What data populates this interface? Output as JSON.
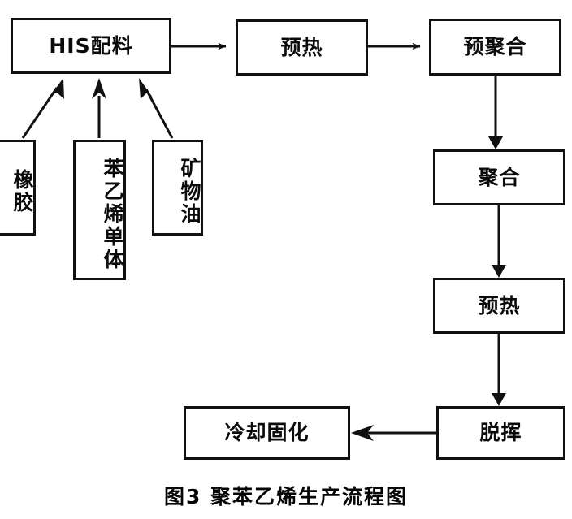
{
  "figure": {
    "caption": "图3 聚苯乙烯生产流程图",
    "caption_number": "图3",
    "caption_title": "聚苯乙烯生产流程图",
    "background_color": "#ffffff",
    "line_color": "#111111",
    "text_color": "#0b0b0b"
  },
  "diagram": {
    "type": "process-flowchart",
    "orientation": "serpentine",
    "nodes": [
      {
        "id": "his-batch",
        "label": "HIS配料",
        "role": "process",
        "orientation": "horizontal"
      },
      {
        "id": "preheat-1",
        "label": "预热",
        "role": "process",
        "orientation": "horizontal"
      },
      {
        "id": "prepoly",
        "label": "预聚合",
        "role": "process",
        "orientation": "horizontal"
      },
      {
        "id": "polymerize",
        "label": "聚合",
        "role": "process",
        "orientation": "horizontal"
      },
      {
        "id": "preheat-2",
        "label": "预热",
        "role": "process",
        "orientation": "horizontal"
      },
      {
        "id": "devolatilize",
        "label": "脱挥",
        "role": "process",
        "orientation": "horizontal"
      },
      {
        "id": "cool-solidify",
        "label": "冷却固化",
        "role": "process",
        "orientation": "horizontal"
      },
      {
        "id": "rubber",
        "label": "橡胶",
        "role": "feedstock",
        "orientation": "vertical"
      },
      {
        "id": "styrene",
        "label": "苯乙烯单体",
        "role": "feedstock",
        "orientation": "vertical"
      },
      {
        "id": "mineral-oil",
        "label": "矿物油",
        "role": "feedstock",
        "orientation": "vertical"
      }
    ],
    "edges": [
      {
        "from": "rubber",
        "to": "his-batch",
        "style": "diagonal-arrow"
      },
      {
        "from": "styrene",
        "to": "his-batch",
        "style": "vertical-arrow"
      },
      {
        "from": "mineral-oil",
        "to": "his-batch",
        "style": "diagonal-arrow"
      },
      {
        "from": "his-batch",
        "to": "preheat-1",
        "style": "horizontal-arrow"
      },
      {
        "from": "preheat-1",
        "to": "prepoly",
        "style": "horizontal-arrow"
      },
      {
        "from": "prepoly",
        "to": "polymerize",
        "style": "vertical-arrow"
      },
      {
        "from": "polymerize",
        "to": "preheat-2",
        "style": "vertical-arrow"
      },
      {
        "from": "preheat-2",
        "to": "devolatilize",
        "style": "vertical-arrow"
      },
      {
        "from": "devolatilize",
        "to": "cool-solidify",
        "style": "horizontal-arrow-left"
      }
    ]
  }
}
